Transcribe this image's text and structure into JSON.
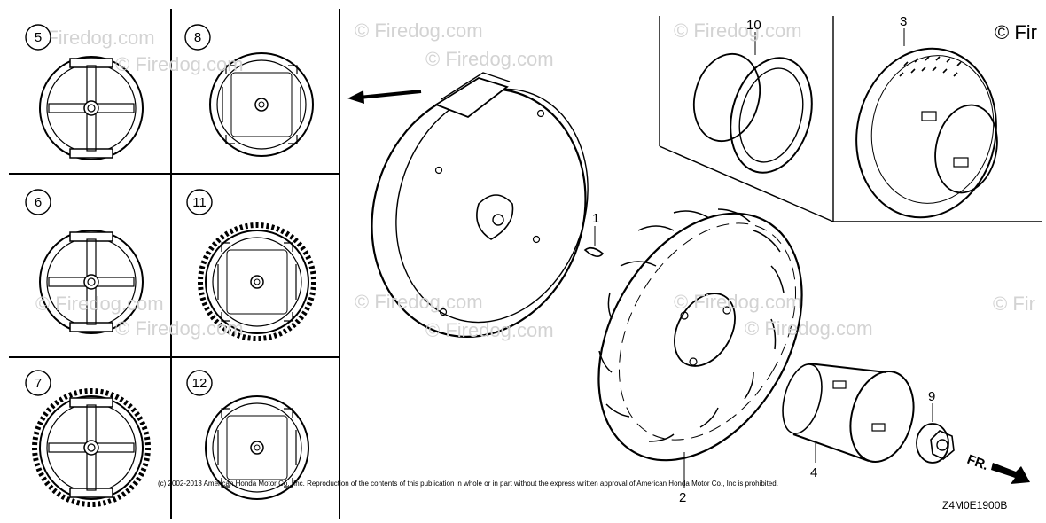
{
  "watermark": "© Firedog.com",
  "watermark_edge": "© Fir",
  "copyright": "(c) 2002-2013 American Honda Motor Co., Inc. Reproduction of the contents of this publication in whole or in part without the express written approval of American Honda Motor Co., Inc is prohibited.",
  "drawing_code": "Z4M0E1900B",
  "direction_label": "FR.",
  "callouts": {
    "p1": "1",
    "p2": "2",
    "p3": "3",
    "p4": "4",
    "p5": "5",
    "p6": "6",
    "p7": "7",
    "p8": "8",
    "p9": "9",
    "p10": "10",
    "p11": "11",
    "p12": "12"
  }
}
